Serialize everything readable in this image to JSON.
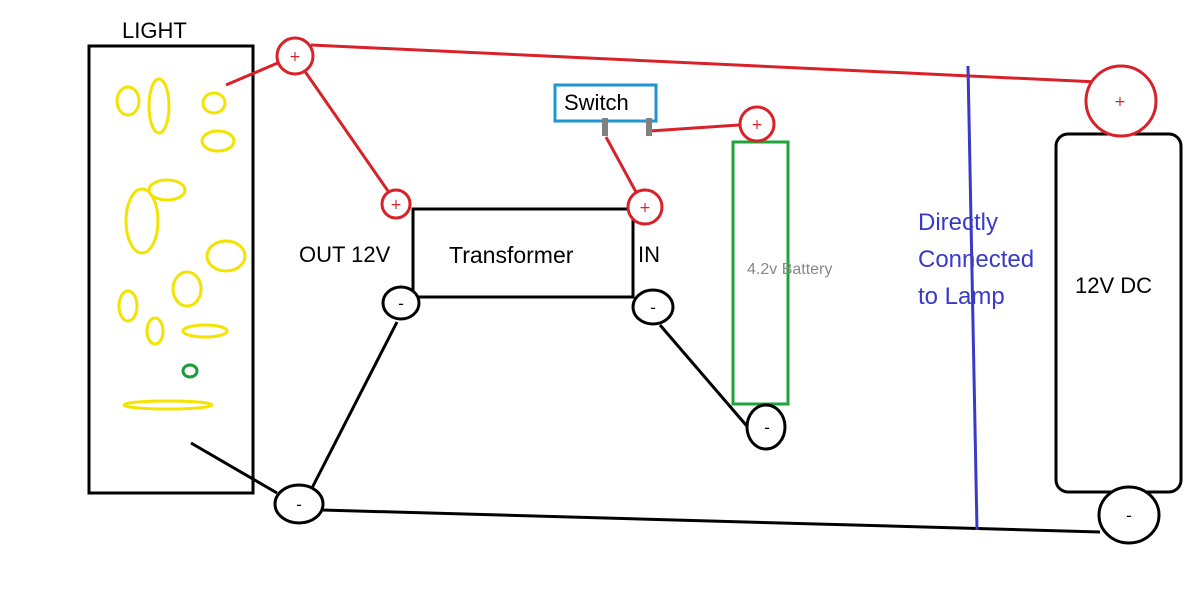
{
  "colors": {
    "positive_wire": "#d9212a",
    "negative_wire": "#000000",
    "bulbs": "#f2e400",
    "indicator": "#1a9e3a",
    "battery_outline": "#22a23a",
    "switch_outline": "#1e96d2",
    "switch_terminal": "#808080",
    "annotation_line": "#3a3ac8",
    "annotation_text": "#3a3ac8",
    "battery_text": "#888888"
  },
  "components": {
    "light": {
      "label": "LIGHT"
    },
    "transformer": {
      "label": "Transformer",
      "output_label": "OUT 12V",
      "input_label": "IN"
    },
    "switch": {
      "label": "Switch"
    },
    "battery": {
      "label": "4.2v Battery"
    },
    "dc_supply": {
      "label": "12V DC"
    }
  },
  "annotation": {
    "lines": [
      "Directly",
      "Connected",
      "to Lamp"
    ]
  },
  "terminals": {
    "positive_symbol": "+",
    "negative_symbol": "-"
  }
}
